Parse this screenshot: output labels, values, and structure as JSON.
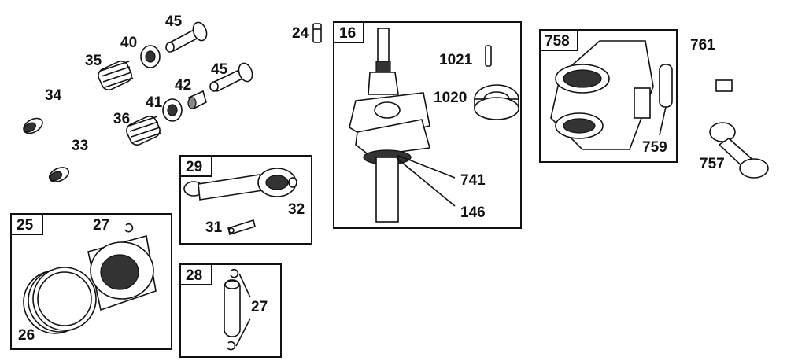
{
  "labels": {
    "l45a": "45",
    "l40": "40",
    "l35": "35",
    "l34": "34",
    "l45b": "45",
    "l42": "42",
    "l41": "41",
    "l36": "36",
    "l33": "33",
    "l24": "24",
    "l1021": "1021",
    "l1020": "1020",
    "l741": "741",
    "l146": "146",
    "l761": "761",
    "l759": "759",
    "l757": "757",
    "l32": "32",
    "l31": "31",
    "l27a": "27",
    "l26": "26",
    "l27b": "27"
  },
  "boxes": {
    "b16": "16",
    "b758": "758",
    "b29": "29",
    "b25": "25",
    "b28": "28"
  }
}
